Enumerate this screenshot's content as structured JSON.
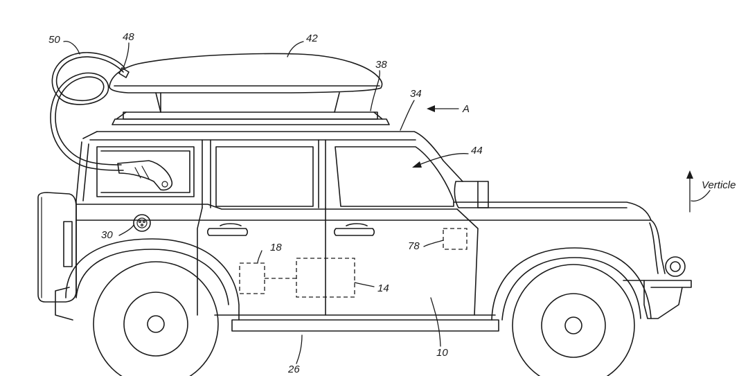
{
  "labels": {
    "ref_10": "10",
    "ref_14": "14",
    "ref_18": "18",
    "ref_26": "26",
    "ref_30": "30",
    "ref_34": "34",
    "ref_38": "38",
    "ref_42": "42",
    "ref_44": "44",
    "ref_48": "48",
    "ref_50": "50",
    "ref_78": "78",
    "view_a": "A",
    "vertical": "Verticle"
  },
  "colors": {
    "line": "#1a1a1a",
    "background": "#ffffff"
  }
}
